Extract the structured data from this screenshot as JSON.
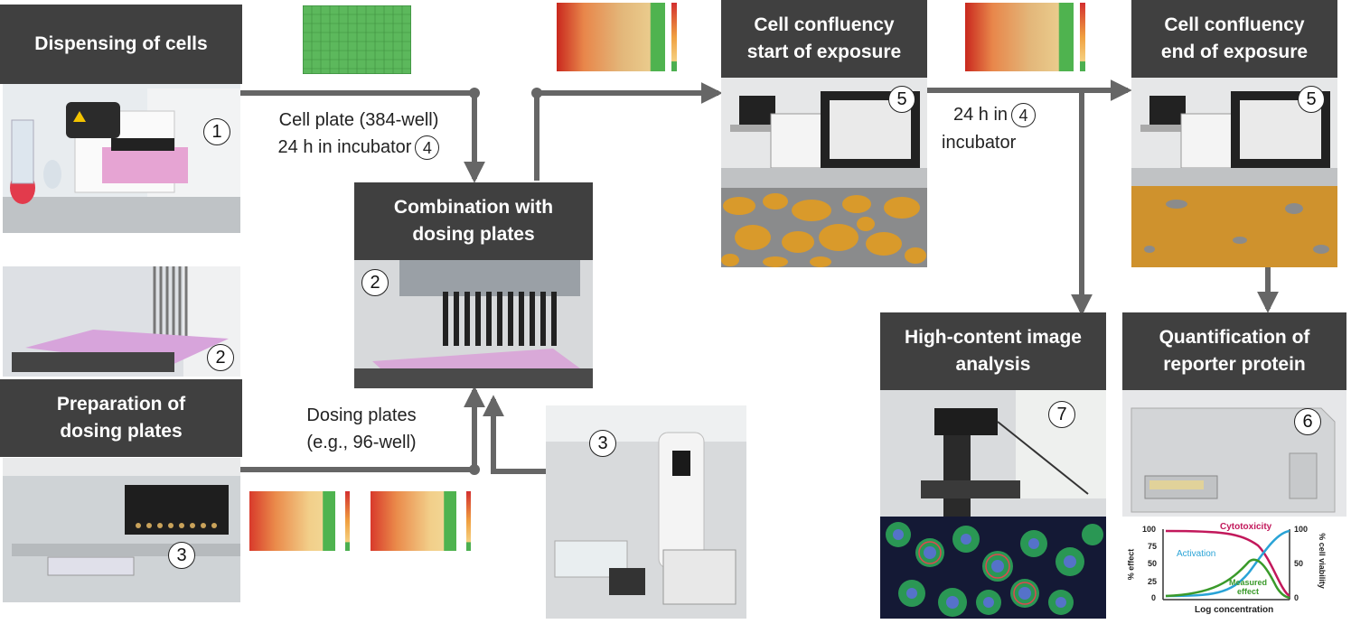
{
  "steps": {
    "dispensing": {
      "title": "Dispensing of cells",
      "number": "1"
    },
    "preparation": {
      "title": "Preparation of\ndosing plates",
      "number_top": "2",
      "number_bottom": "3"
    },
    "combination": {
      "title": "Combination with\ndosing plates",
      "number": "2"
    },
    "pipette": {
      "number": "3"
    },
    "confluency_start": {
      "title": "Cell confluency\nstart of exposure",
      "number": "5"
    },
    "confluency_end": {
      "title": "Cell confluency\nend of exposure",
      "number": "5"
    },
    "high_content": {
      "title": "High-content image\nanalysis",
      "number": "7"
    },
    "quantification": {
      "title": "Quantification of\nreporter protein",
      "number": "6"
    }
  },
  "labels": {
    "cell_plate_line1": "Cell plate (384-well)",
    "cell_plate_line2": "24 h in incubator",
    "cell_plate_num": "4",
    "incubator_line1": "24 h in",
    "incubator_num": "4",
    "incubator_line2": "incubator",
    "dosing_line1": "Dosing plates",
    "dosing_line2": "(e.g., 96-well)"
  },
  "mini_chart": {
    "left_axis_label": "% effect",
    "right_axis_label": "% cell viability",
    "x_label": "Log concentration",
    "left_ticks": [
      "100",
      "75",
      "50",
      "25",
      "0"
    ],
    "right_ticks": [
      "100",
      "50",
      "0"
    ],
    "curve_labels": {
      "cytotoxicity": "Cytotoxicity",
      "activation": "Activation",
      "measured": "Measured\neffect"
    },
    "colors": {
      "cytotoxicity": "#c2185b",
      "activation": "#29a3d6",
      "measured": "#3a9a2a"
    }
  },
  "colors": {
    "title_bg": "#404040",
    "arrow": "#666666",
    "plate_green": "#4caf50",
    "plate_red": "#d32f2f",
    "cell_orange": "#d99a2b"
  }
}
